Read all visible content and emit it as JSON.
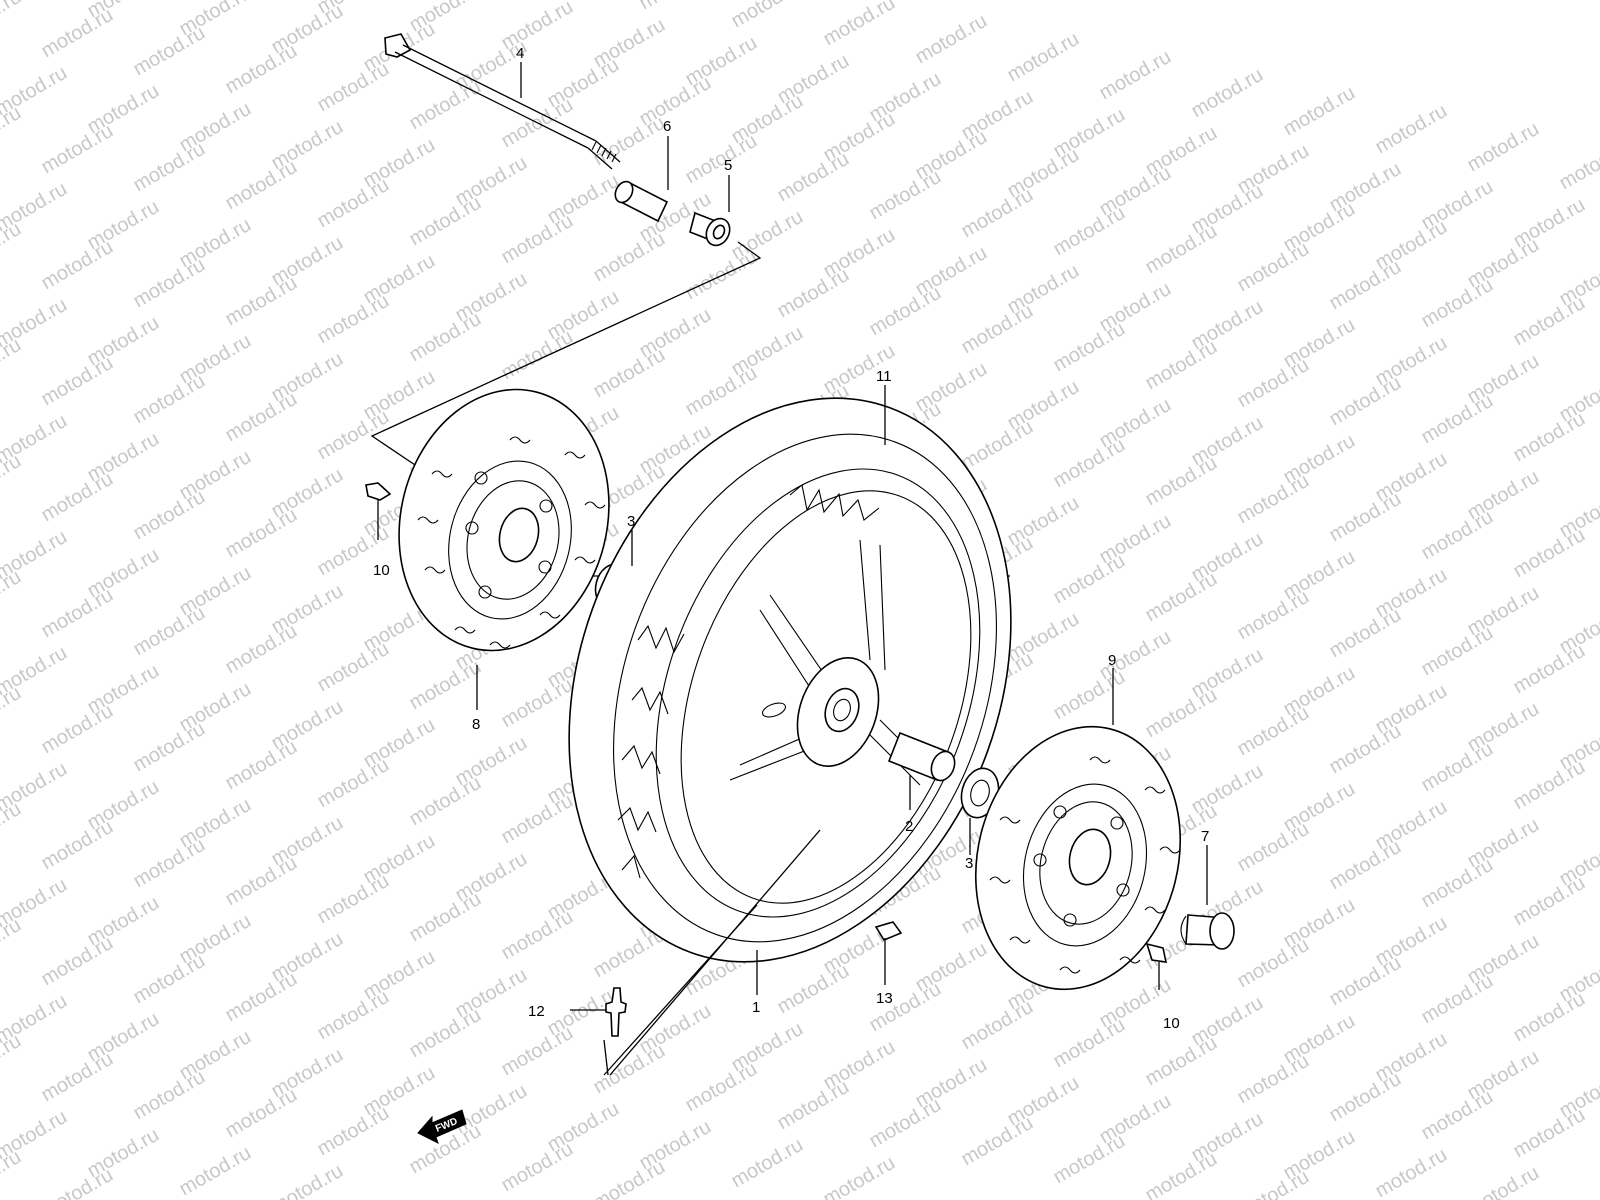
{
  "watermark": {
    "text": "motod.ru"
  },
  "fwd_label": "FWD",
  "callouts": {
    "c1": "1",
    "c2": "2",
    "c3a": "3",
    "c3b": "3",
    "c4": "4",
    "c5": "5",
    "c6": "6",
    "c7": "7",
    "c8": "8",
    "c9": "9",
    "c10a": "10",
    "c10b": "10",
    "c11": "11",
    "c12": "12",
    "c13": "13"
  },
  "parts": [
    {
      "id": "axle",
      "callout": "4"
    },
    {
      "id": "spacer",
      "callout": "6"
    },
    {
      "id": "collar",
      "callout": "5"
    },
    {
      "id": "wheel-tire",
      "callout": "11"
    },
    {
      "id": "wheel-rim",
      "callout": "1"
    },
    {
      "id": "hub-spacer",
      "callout": "2"
    },
    {
      "id": "bearing",
      "callout": "3"
    },
    {
      "id": "brake-disc-left",
      "callout": "8"
    },
    {
      "id": "brake-disc-right",
      "callout": "9"
    },
    {
      "id": "disc-bolt",
      "callout": "10"
    },
    {
      "id": "collar-nut",
      "callout": "7"
    },
    {
      "id": "valve",
      "callout": "12"
    },
    {
      "id": "balance-weight",
      "callout": "13"
    }
  ]
}
